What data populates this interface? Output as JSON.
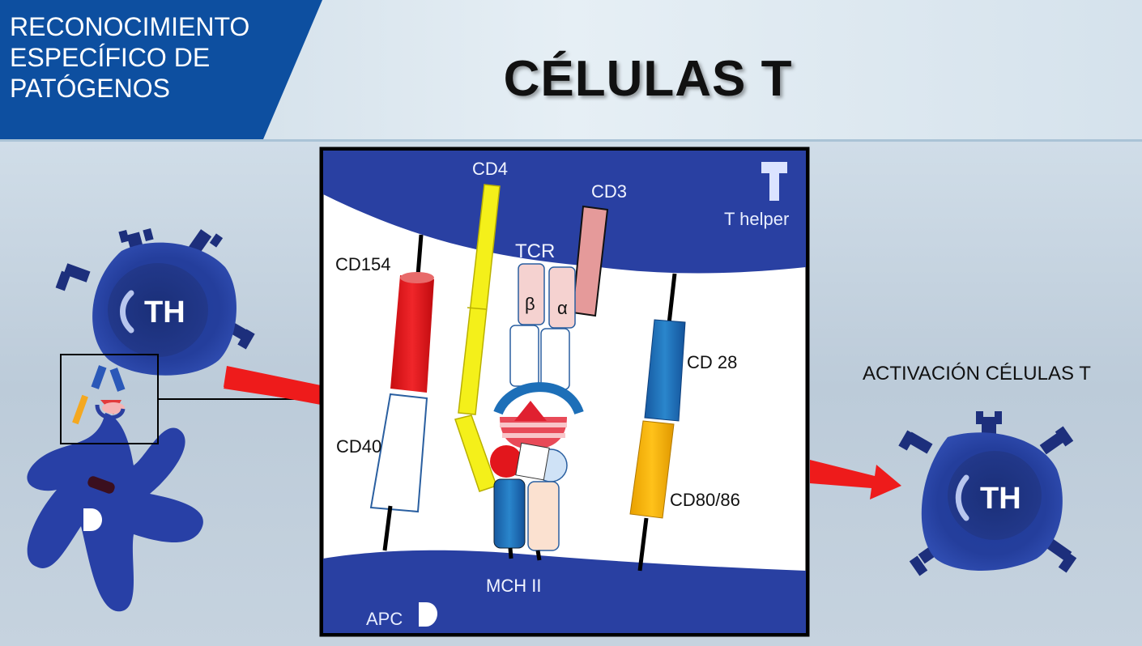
{
  "header": {
    "section_lines": [
      "RECONOCIMIENTO",
      "ESPECÍFICO DE",
      "PATÓGENOS"
    ],
    "title": "CÉLULAS T"
  },
  "colors": {
    "dark_blue": "#2a3f9f",
    "tag_blue": "#0d4fa0",
    "cd154_red": "#e2161c",
    "cd4_yellow": "#f4f01a",
    "cd3_pink": "#e59a9a",
    "cd28_blue": "#1d6fb8",
    "cd80_orange": "#f6b400",
    "arrow_red": "#ee1b1b"
  },
  "left_cell": {
    "label": "TH"
  },
  "right_cell": {
    "label": "TH"
  },
  "activation_label": "ACTIVACIÓN CÉLULAS T",
  "zoom": {
    "t_helper_label": "T helper",
    "t_icon": "T",
    "apc_label": "APC",
    "apc_icon": "D",
    "labels": {
      "cd4": "CD4",
      "cd3": "CD3",
      "tcr": "TCR",
      "beta": "β",
      "alpha": "α",
      "cd154": "CD154",
      "cd40": "CD40",
      "cd28": "CD 28",
      "cd80_86": "CD80/86",
      "mhc2": "MCH II"
    }
  }
}
